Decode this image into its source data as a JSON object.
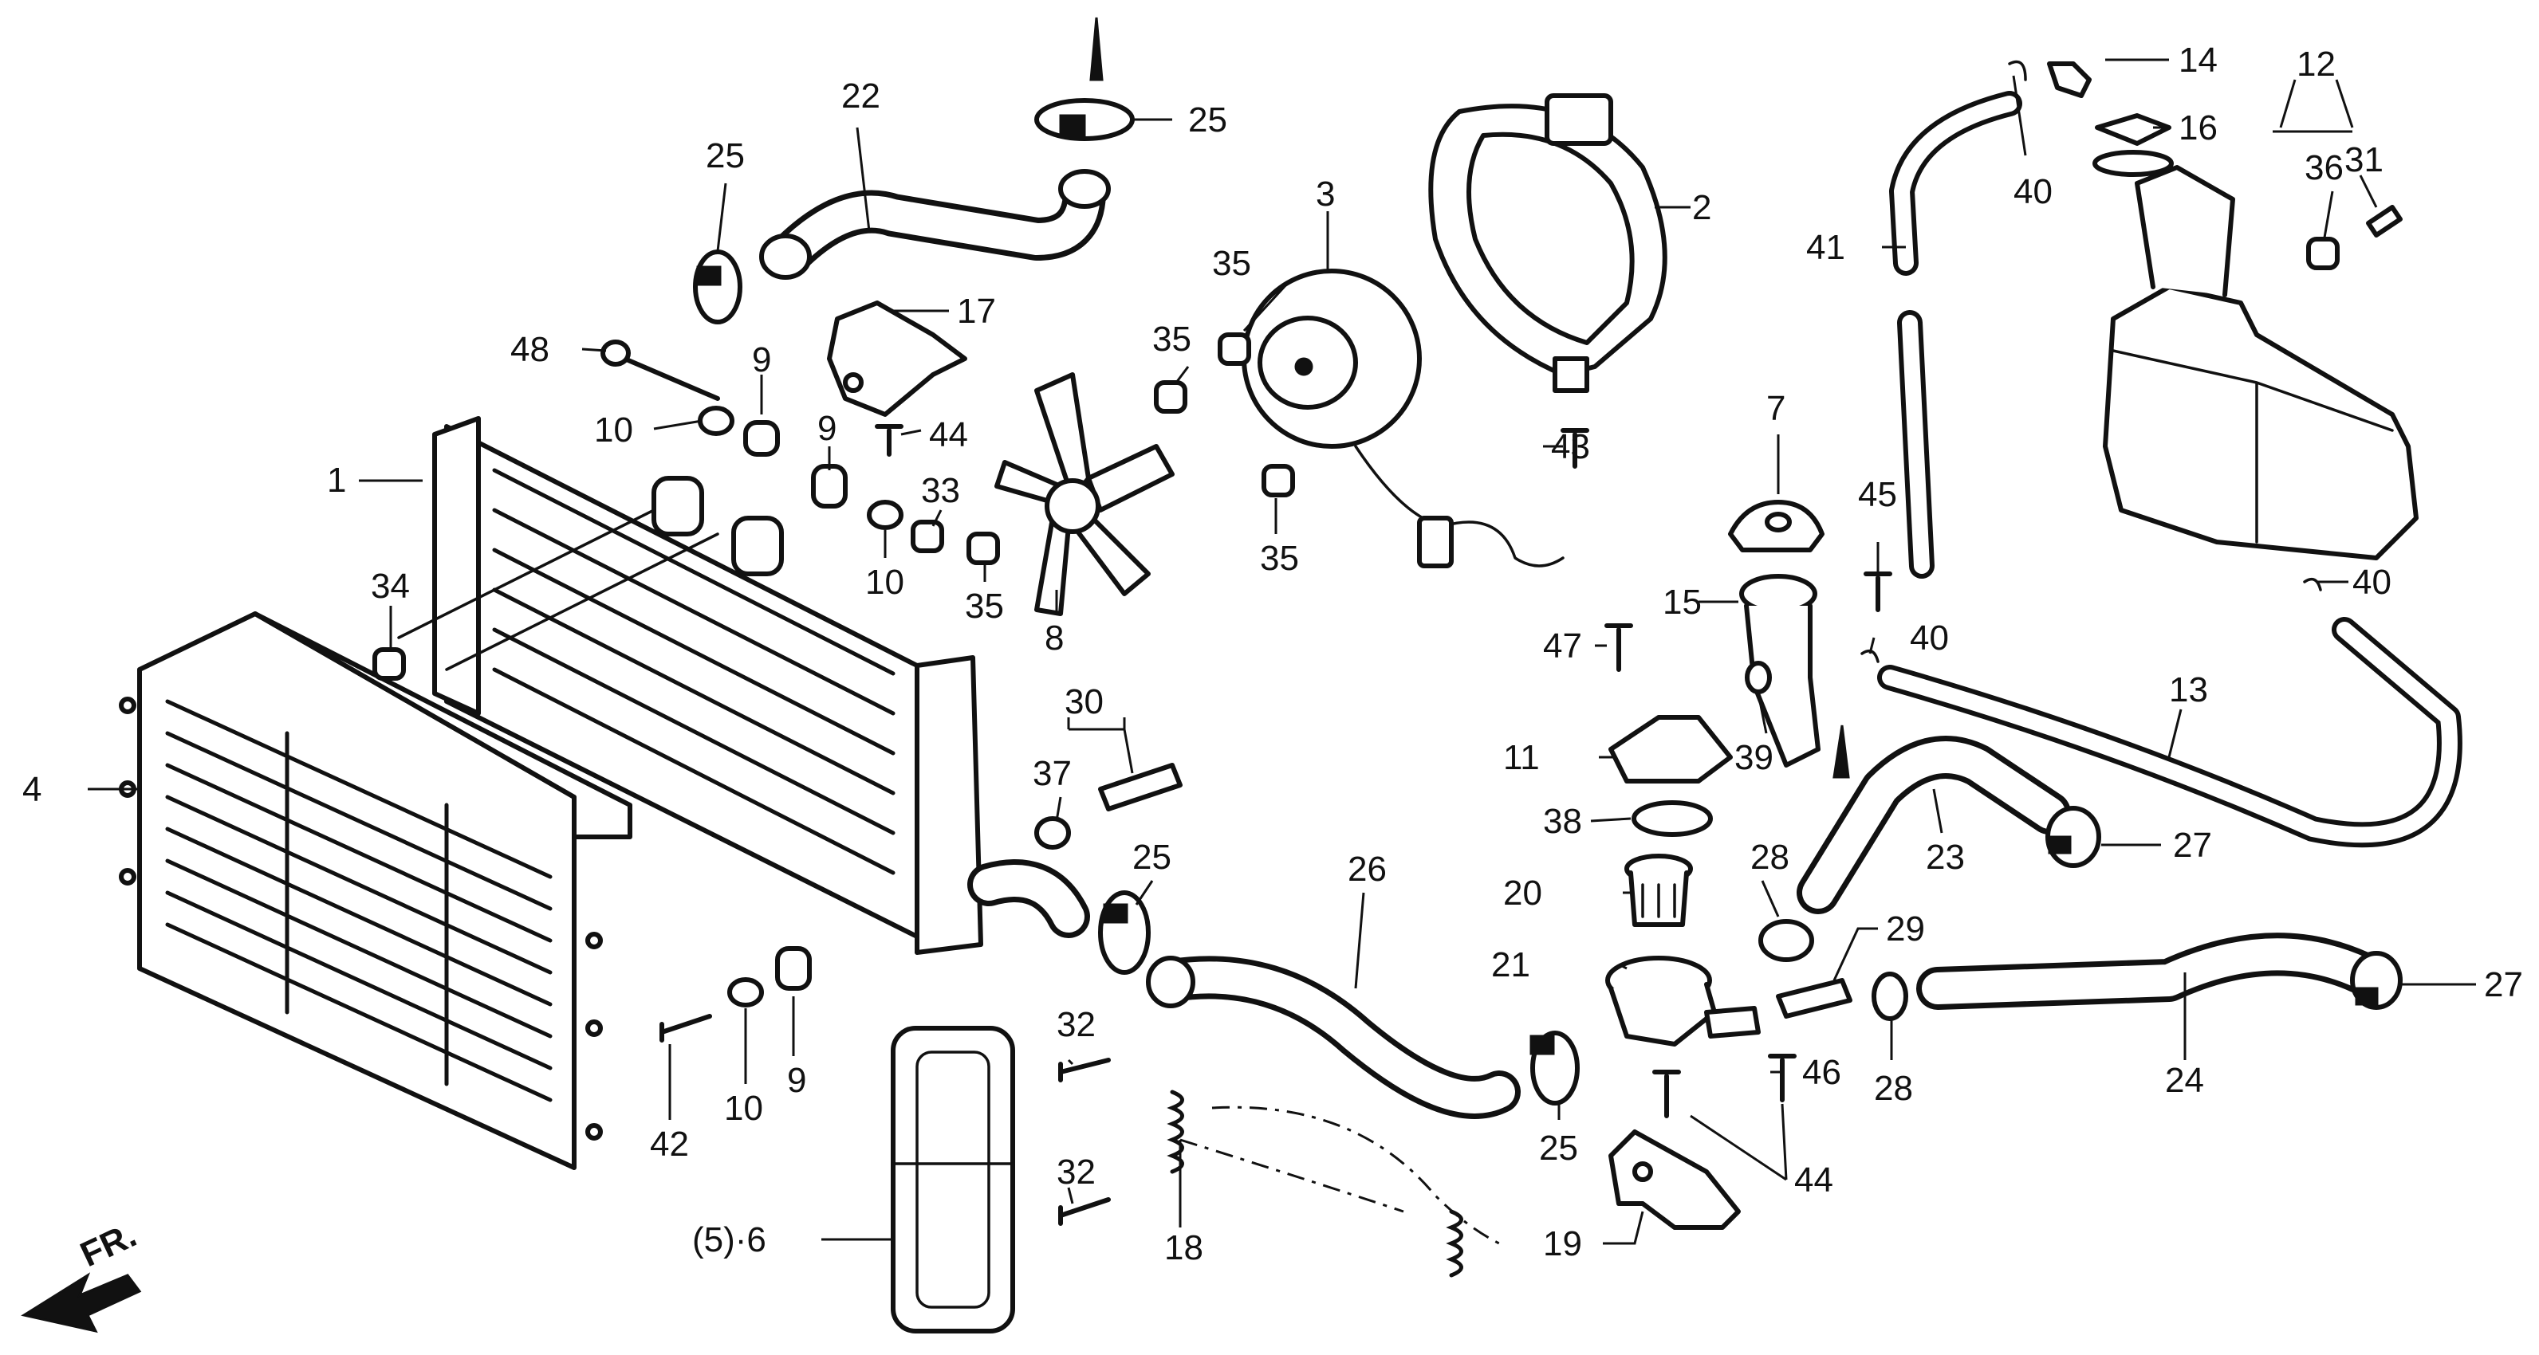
{
  "labels": {
    "p1": "1",
    "p2": "2",
    "p3": "3",
    "p4": "4",
    "p56": "(5)·6",
    "p7": "7",
    "p8": "8",
    "p9a": "9",
    "p9b": "9",
    "p9c": "9",
    "p10a": "10",
    "p10b": "10",
    "p10c": "10",
    "p11": "11",
    "p12": "12",
    "p13": "13",
    "p14": "14",
    "p15": "15",
    "p16": "16",
    "p17": "17",
    "p18": "18",
    "p19": "19",
    "p20": "20",
    "p21": "21",
    "p22": "22",
    "p23": "23",
    "p24": "24",
    "p25a": "25",
    "p25b": "25",
    "p25c": "25",
    "p25d": "25",
    "p26": "26",
    "p27a": "27",
    "p27b": "27",
    "p28a": "28",
    "p28b": "28",
    "p29": "29",
    "p30": "30",
    "p31": "31",
    "p32a": "32",
    "p32b": "32",
    "p33": "33",
    "p34": "34",
    "p35a": "35",
    "p35b": "35",
    "p35c": "35",
    "p35d": "35",
    "p36": "36",
    "p37": "37",
    "p38": "38",
    "p39": "39",
    "p40a": "40",
    "p40b": "40",
    "p40c": "40",
    "p41": "41",
    "p42": "42",
    "p43": "43",
    "p44a": "44",
    "p44b": "44",
    "p45": "45",
    "p46": "46",
    "p47": "47",
    "p48": "48"
  },
  "direction_label": "FR."
}
